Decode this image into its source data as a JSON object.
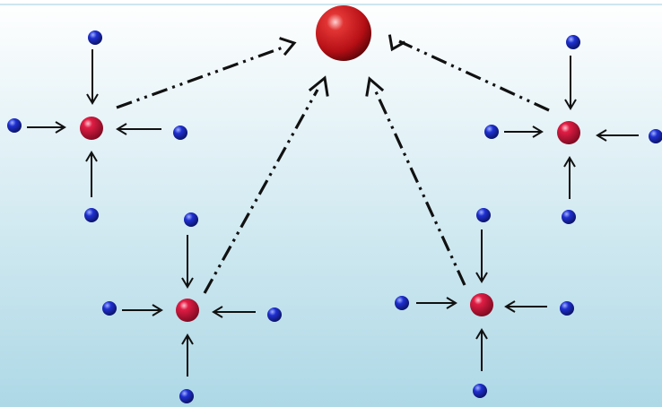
{
  "colors": {
    "background_top": "#ffffff",
    "background_bottom": "#add8e6",
    "frame_line": "#9ccfe0",
    "center_ball": "#c8161d",
    "hub_ball": "#d8163a",
    "leaf_ball": "#1f2fd0",
    "arrow": "#111111"
  },
  "diagram": {
    "center_node": "center-sphere",
    "clusters": [
      {
        "name": "top-left",
        "leaves": 4,
        "leaf_arrows_point_to_hub": true,
        "hub_arrow_points_to_center": true
      },
      {
        "name": "top-right",
        "leaves": 4,
        "leaf_arrows_point_to_hub": true,
        "hub_arrow_points_to_center": true
      },
      {
        "name": "bottom-left",
        "leaves": 4,
        "leaf_arrows_point_to_hub": true,
        "hub_arrow_points_to_center": true
      },
      {
        "name": "bottom-right",
        "leaves": 4,
        "leaf_arrows_point_to_hub": true,
        "hub_arrow_points_to_center": true
      }
    ],
    "leaf_to_hub_arrow_style": "solid",
    "hub_to_center_arrow_style": "dash-dot-dot"
  }
}
